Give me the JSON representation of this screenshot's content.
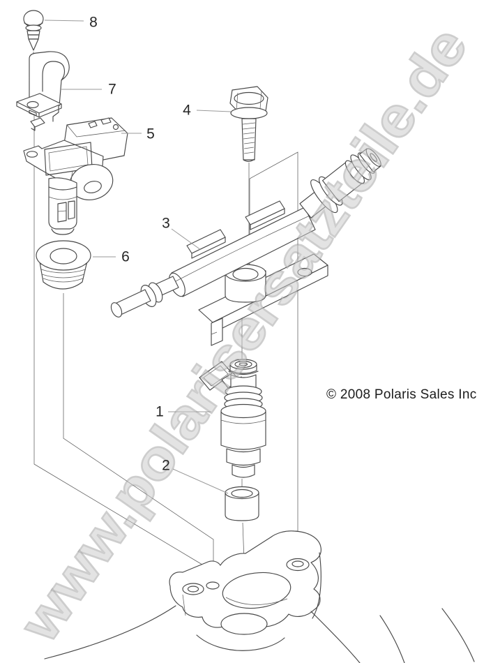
{
  "diagram": {
    "title": "exploded-parts-diagram",
    "background_color": "#ffffff",
    "line_color": "#474747",
    "watermark": {
      "text": "www.polarisersatzteile.de",
      "color": "#dedede"
    },
    "copyright": "© 2008 Polaris Sales Inc.",
    "callouts": [
      {
        "number": "1"
      },
      {
        "number": "2"
      },
      {
        "number": "3"
      },
      {
        "number": "4"
      },
      {
        "number": "5"
      },
      {
        "number": "6"
      },
      {
        "number": "7"
      },
      {
        "number": "8"
      }
    ]
  }
}
